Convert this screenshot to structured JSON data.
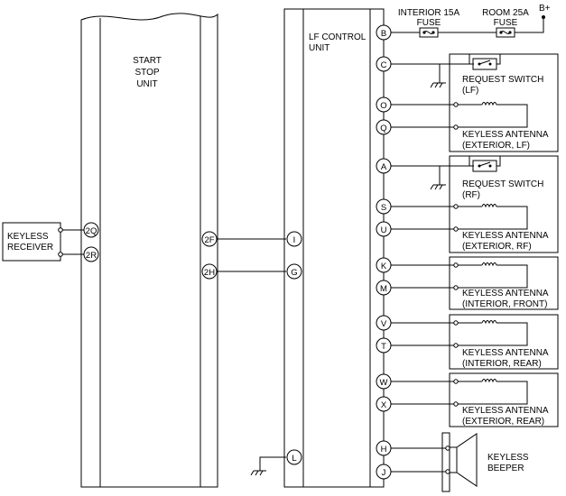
{
  "supply": {
    "fuse_interior": [
      "INTERIOR 15A",
      "FUSE"
    ],
    "fuse_room": [
      "ROOM 25A",
      "FUSE"
    ],
    "battery": "B+"
  },
  "start_stop_unit": {
    "label": [
      "START",
      "STOP",
      "UNIT"
    ]
  },
  "lf_control_unit": {
    "label": [
      "LF CONTROL",
      "UNIT"
    ]
  },
  "keyless_receiver": {
    "label": [
      "KEYLESS",
      "RECEIVER"
    ]
  },
  "pins": {
    "q2": "2Q",
    "r2": "2R",
    "f2": "2F",
    "h2": "2H",
    "i": "I",
    "g": "G",
    "l": "L",
    "b": "B",
    "c": "C",
    "o": "O",
    "q": "Q",
    "a": "A",
    "s": "S",
    "u": "U",
    "k": "K",
    "m": "M",
    "v": "V",
    "t": "T",
    "w": "W",
    "x": "X",
    "h": "H",
    "j": "J"
  },
  "components": {
    "req_lf": [
      "REQUEST SWITCH",
      "(LF)"
    ],
    "ant_ext_lf": [
      "KEYLESS ANTENNA",
      "(EXTERIOR, LF)"
    ],
    "req_rf": [
      "REQUEST SWITCH",
      "(RF)"
    ],
    "ant_ext_rf": [
      "KEYLESS ANTENNA",
      "(EXTERIOR, RF)"
    ],
    "ant_int_front": [
      "KEYLESS ANTENNA",
      "(INTERIOR, FRONT)"
    ],
    "ant_int_rear": [
      "KEYLESS ANTENNA",
      "(INTERIOR, REAR)"
    ],
    "ant_ext_rear": [
      "KEYLESS ANTENNA",
      "(EXTERIOR, REAR)"
    ],
    "beeper": [
      "KEYLESS",
      "BEEPER"
    ]
  }
}
